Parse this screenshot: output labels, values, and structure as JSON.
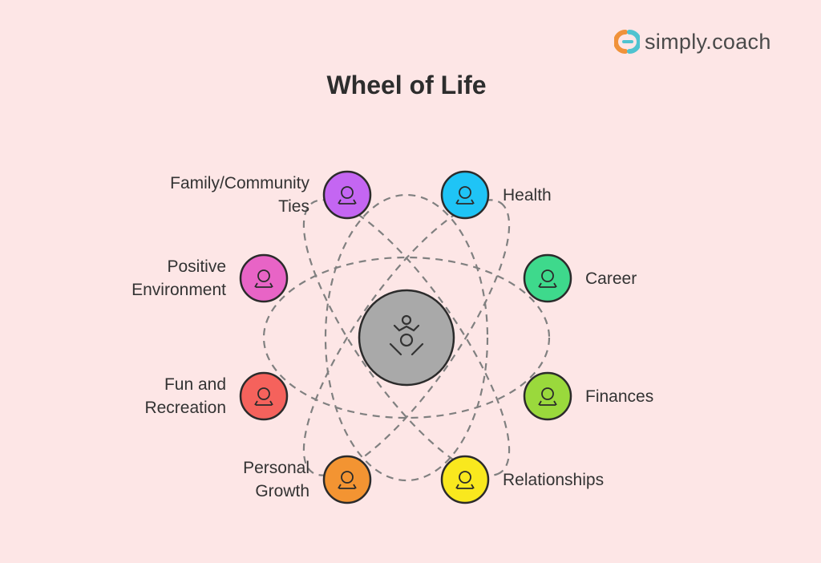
{
  "brand": {
    "name": "simply.coach",
    "colors": {
      "orange": "#f0923a",
      "teal": "#4fc3d0"
    }
  },
  "title": "Wheel of Life",
  "center": {
    "icon": "person-balance-icon",
    "color": "#a9a9a9"
  },
  "items": [
    {
      "label_lines": [
        "Family/Community",
        "Ties"
      ],
      "icon": "community-icon",
      "color": "#c466f2"
    },
    {
      "label_lines": [
        "Health"
      ],
      "icon": "heart-muscle-icon",
      "color": "#1fc4f6"
    },
    {
      "label_lines": [
        "Positive",
        "Environment"
      ],
      "icon": "meditation-icon",
      "color": "#e864c6"
    },
    {
      "label_lines": [
        "Career"
      ],
      "icon": "graduate-icon",
      "color": "#3ed98c"
    },
    {
      "label_lines": [
        "Fun and",
        "Recreation"
      ],
      "icon": "lounge-chair-icon",
      "color": "#f5625c"
    },
    {
      "label_lines": [
        "Finances"
      ],
      "icon": "shield-building-icon",
      "color": "#9ad93c"
    },
    {
      "label_lines": [
        "Personal",
        "Growth"
      ],
      "icon": "plant-growth-icon",
      "color": "#f39432"
    },
    {
      "label_lines": [
        "Relationships"
      ],
      "icon": "couple-heart-icon",
      "color": "#f9e81e"
    }
  ]
}
